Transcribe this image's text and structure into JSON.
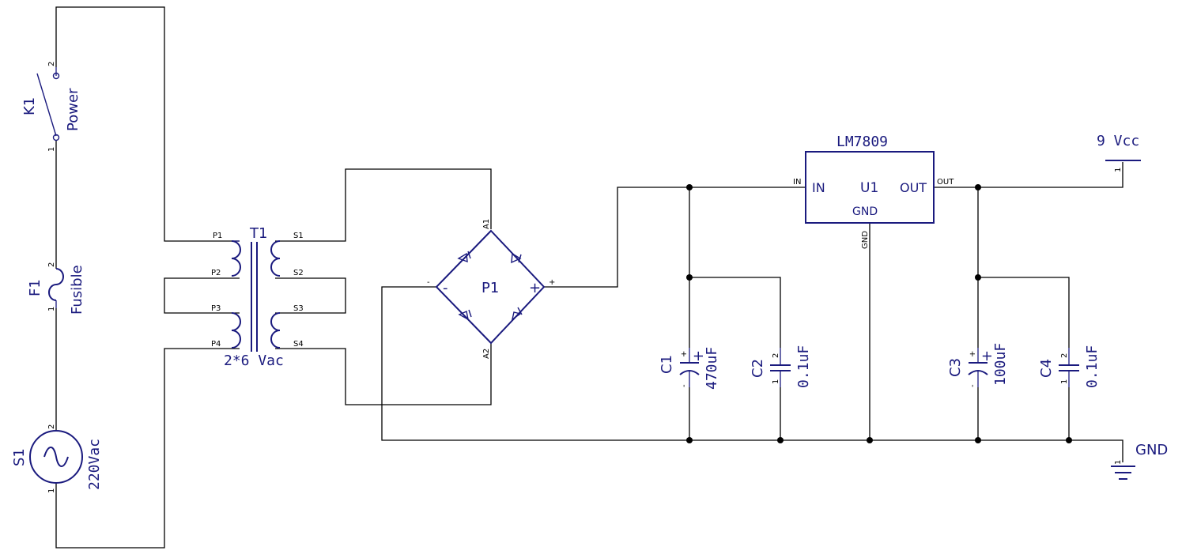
{
  "power_switch": {
    "ref": "K1",
    "name": "Power",
    "pin1": "1",
    "pin2": "2"
  },
  "fuse": {
    "ref": "F1",
    "name": "Fusible",
    "pin1": "1",
    "pin2": "2"
  },
  "source": {
    "ref": "S1",
    "value": "220Vac",
    "pin1": "1",
    "pin2": "2"
  },
  "transformer": {
    "ref": "T1",
    "value": "2*6 Vac",
    "primary_pins": [
      "P1",
      "P2",
      "P3",
      "P4"
    ],
    "secondary_pins": [
      "S1",
      "S2",
      "S3",
      "S4"
    ]
  },
  "bridge": {
    "ref": "P1",
    "pin_a1": "A1",
    "pin_a2": "A2",
    "minus_outer": "-",
    "minus_inner": "-",
    "plus_outer": "+",
    "plus_inner": "+"
  },
  "regulator": {
    "part": "LM7809",
    "ref": "U1",
    "in_label": "IN",
    "out_label": "OUT",
    "gnd_label": "GND",
    "pin_in": "IN",
    "pin_out": "OUT",
    "pin_gnd": "GND"
  },
  "capacitors": [
    {
      "ref": "C1",
      "value": "470uF",
      "polarized": true,
      "plus": "+",
      "plus_inner": "+",
      "minus": "-"
    },
    {
      "ref": "C2",
      "value": "0.1uF",
      "polarized": false,
      "pin1": "1",
      "pin2": "2"
    },
    {
      "ref": "C3",
      "value": "100uF",
      "polarized": true,
      "plus": "+",
      "plus_inner": "+",
      "minus": "-"
    },
    {
      "ref": "C4",
      "value": "0.1uF",
      "polarized": false,
      "pin1": "1",
      "pin2": "2"
    }
  ],
  "vcc": {
    "label": "9 Vcc",
    "pin": "1"
  },
  "ground": {
    "label": "GND",
    "pin": "1"
  },
  "colors": {
    "symbol": "#1a1a7e",
    "wire": "#000000",
    "background": "#ffffff"
  }
}
